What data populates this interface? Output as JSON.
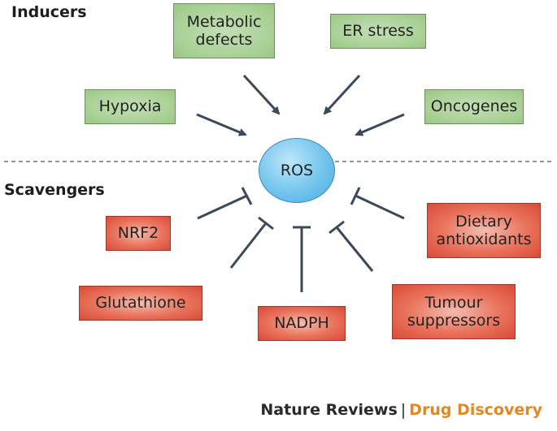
{
  "sections": {
    "inducers": "Inducers",
    "scavengers": "Scavengers"
  },
  "center": {
    "label": "ROS"
  },
  "inducers": [
    {
      "id": "metabolic",
      "line1": "Metabolic",
      "line2": "defects"
    },
    {
      "id": "er",
      "line1": "ER stress",
      "line2": ""
    },
    {
      "id": "hypoxia",
      "line1": "Hypoxia",
      "line2": ""
    },
    {
      "id": "oncogenes",
      "line1": "Oncogenes",
      "line2": ""
    }
  ],
  "scavengers": [
    {
      "id": "nrf2",
      "line1": "NRF2",
      "line2": ""
    },
    {
      "id": "dietary",
      "line1": "Dietary",
      "line2": "antioxidants"
    },
    {
      "id": "glutathione",
      "line1": "Glutathione",
      "line2": ""
    },
    {
      "id": "nadph",
      "line1": "NADPH",
      "line2": ""
    },
    {
      "id": "tumour",
      "line1": "Tumour",
      "line2": "suppressors"
    }
  ],
  "credit": {
    "journal": "Nature Reviews",
    "separator": "|",
    "section": "Drug Discovery"
  },
  "colors": {
    "inducer_box": "#a9d095",
    "scavenger_box": "#e9725c",
    "ros_circle": "#79c7ee",
    "connector": "#3a4a5a",
    "credit_section": "#e5861e"
  }
}
